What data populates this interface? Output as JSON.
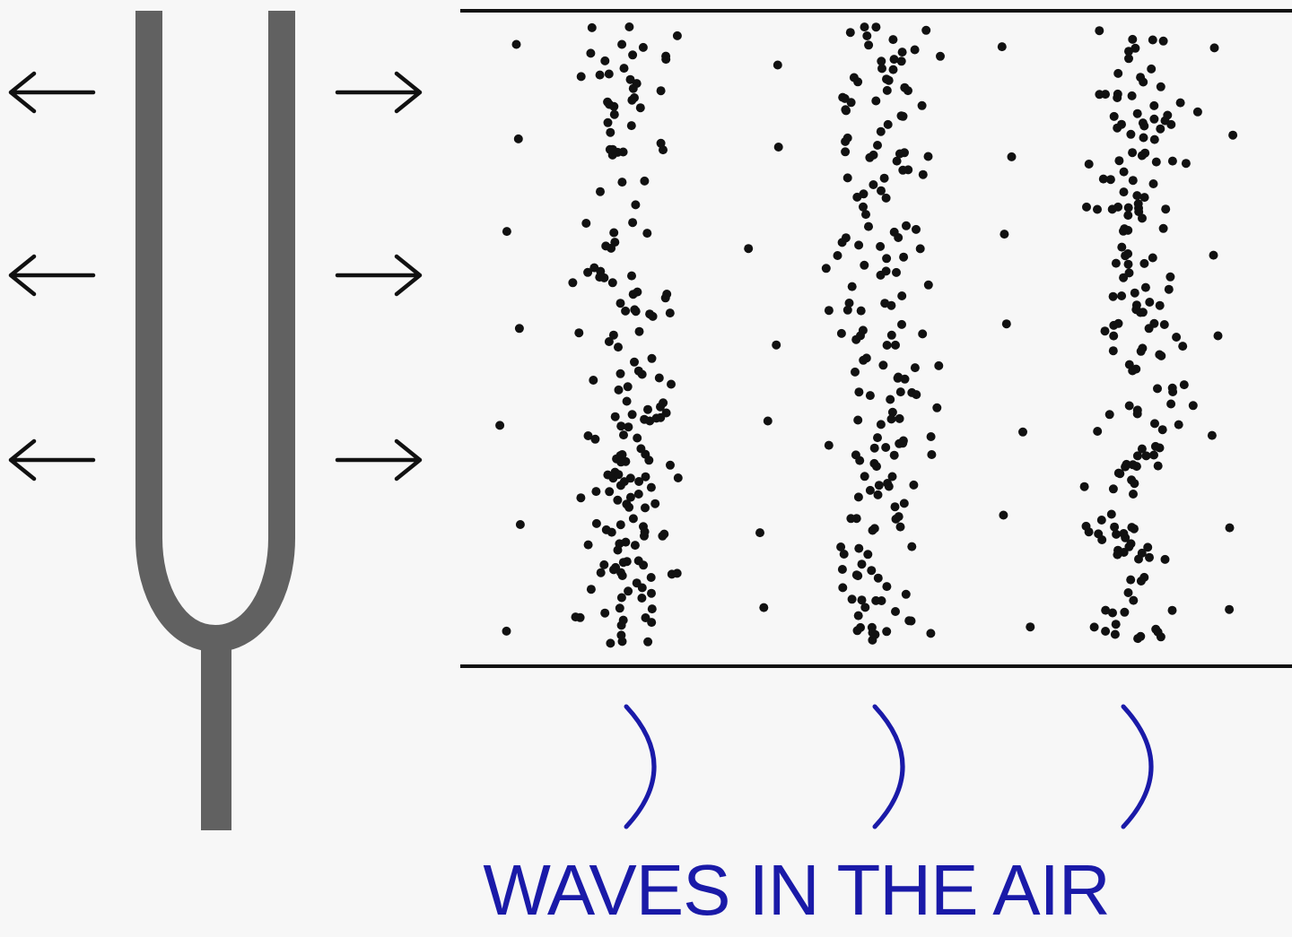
{
  "caption": "WAVES IN THE AIR",
  "colors": {
    "background": "#f7f7f7",
    "tuning_fork": "#616161",
    "ink": "#111111",
    "wave_front": "#1a1aa8"
  },
  "icons": {
    "left_arrows": "arrow-left-icon",
    "right_arrows": "arrow-right-icon",
    "wave_fronts": "wave-front-arc-icon"
  },
  "compression_bands": 3,
  "wave_front_arcs": 3
}
